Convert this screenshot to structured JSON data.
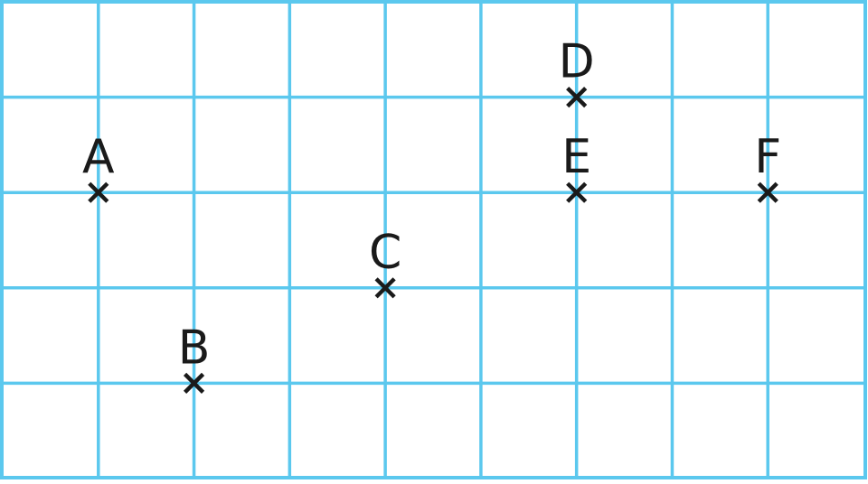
{
  "grid": {
    "columns": 9,
    "rows": 5,
    "line_color": "#5bc8ee",
    "background_color": "#ffffff"
  },
  "points": [
    {
      "label": "A",
      "col": 1,
      "row": 2
    },
    {
      "label": "B",
      "col": 2,
      "row": 4
    },
    {
      "label": "C",
      "col": 4,
      "row": 3
    },
    {
      "label": "D",
      "col": 6,
      "row": 1
    },
    {
      "label": "E",
      "col": 6,
      "row": 2
    },
    {
      "label": "F",
      "col": 8,
      "row": 2
    }
  ],
  "mark_color": "#1a1a1a"
}
